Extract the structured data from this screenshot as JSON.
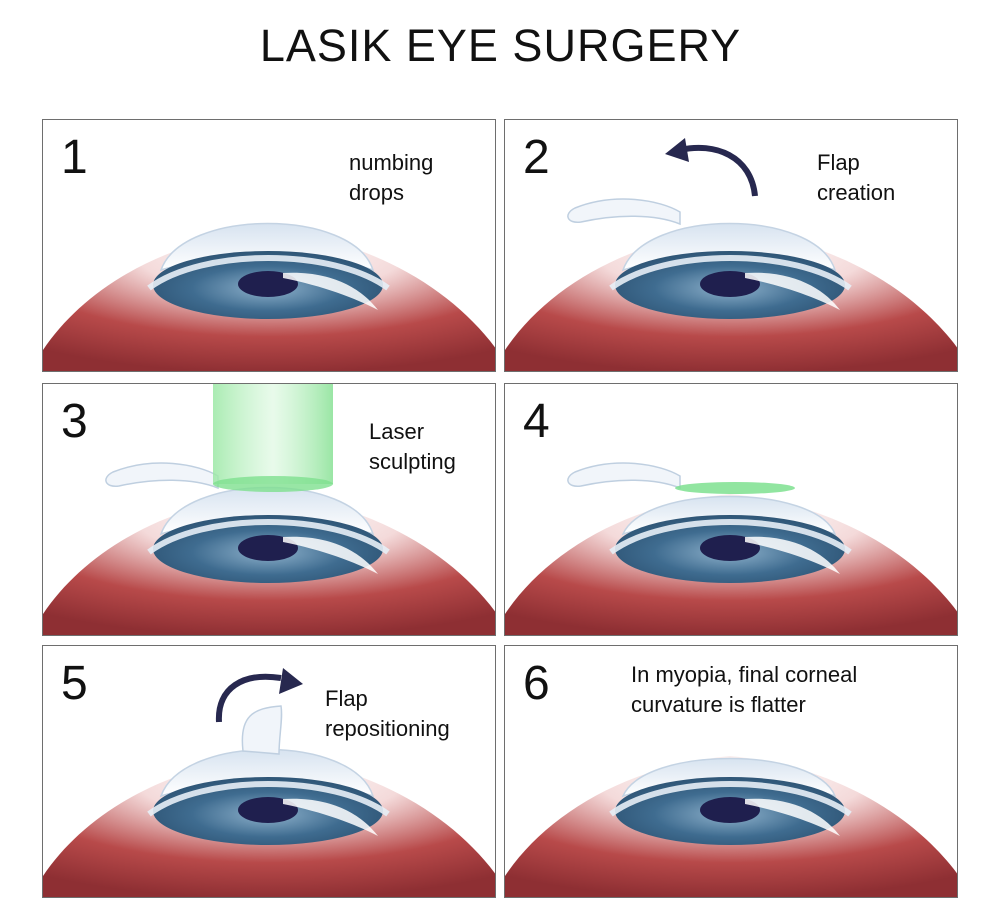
{
  "title": "LASIK EYE SURGERY",
  "colors": {
    "iris": "#3f6c90",
    "pupil": "#1f1f4e",
    "skin": "#b84a4a",
    "laser": "#7ee08f",
    "arrow": "#27284f"
  },
  "steps": [
    {
      "number": "1",
      "caption": [
        "numbing",
        "drops"
      ]
    },
    {
      "number": "2",
      "caption": [
        "Flap",
        "creation"
      ]
    },
    {
      "number": "3",
      "caption": [
        "Laser",
        "sculpting"
      ]
    },
    {
      "number": "4",
      "caption": []
    },
    {
      "number": "5",
      "caption": [
        "Flap",
        "repositioning"
      ]
    },
    {
      "number": "6",
      "caption": [
        "In myopia, final corneal",
        "curvature is flatter"
      ]
    }
  ]
}
